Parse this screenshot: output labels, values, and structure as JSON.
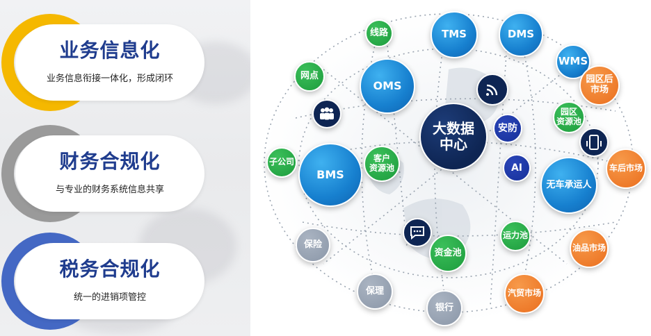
{
  "cards": [
    {
      "title": "业务信息化",
      "subtitle": "业务信息衔接一体化，形成闭环",
      "color": "#f5b800"
    },
    {
      "title": "财务合规化",
      "subtitle": "与专业的财务系统信息共享",
      "color": "#9a9a9a"
    },
    {
      "title": "税务合规化",
      "subtitle": "统一的进销项管控",
      "color": "#4468c4"
    }
  ],
  "diagram": {
    "center": "大数据中心",
    "center_lines": [
      "大数据",
      "中心"
    ],
    "nodes": {
      "tms": "TMS",
      "dms": "DMS",
      "wms": "WMS",
      "oms": "OMS",
      "bms": "BMS",
      "xianlu": "线路",
      "wangdian": "网点",
      "zigongsi": "子公司",
      "kehu_1": "客户",
      "kehu_2": "资源池",
      "anfang": "安防",
      "ai": "AI",
      "yuanqu_1": "园区",
      "yuanqu_2": "资源池",
      "yuanquhou_1": "园区后",
      "yuanquhou_2": "市场",
      "chehou": "车后市场",
      "wuche": "无车承运人",
      "yunli": "运力池",
      "youpin": "油品市场",
      "qimao": "汽贸市场",
      "yinhang": "银行",
      "zijin": "资金池",
      "baoli": "保理",
      "baoxian": "保险"
    },
    "icons": [
      "wifi-icon",
      "users-icon",
      "chat-icon",
      "mobile-icon"
    ]
  }
}
